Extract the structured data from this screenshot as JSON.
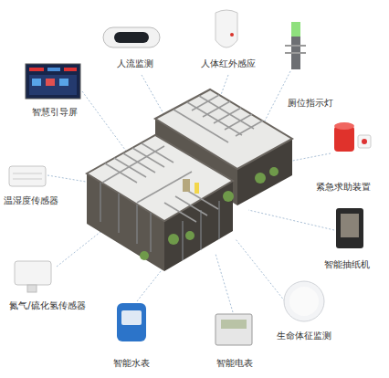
{
  "diagram": {
    "labels": [
      "人流监测",
      "人体红外感应",
      "智慧引导屏",
      "厕位指示灯",
      "温湿度传感器",
      "紧急求助装置",
      "智能抽纸机",
      "氮气/硫化氢传感器",
      "生命体征监测",
      "智能水表",
      "智能电表"
    ]
  }
}
